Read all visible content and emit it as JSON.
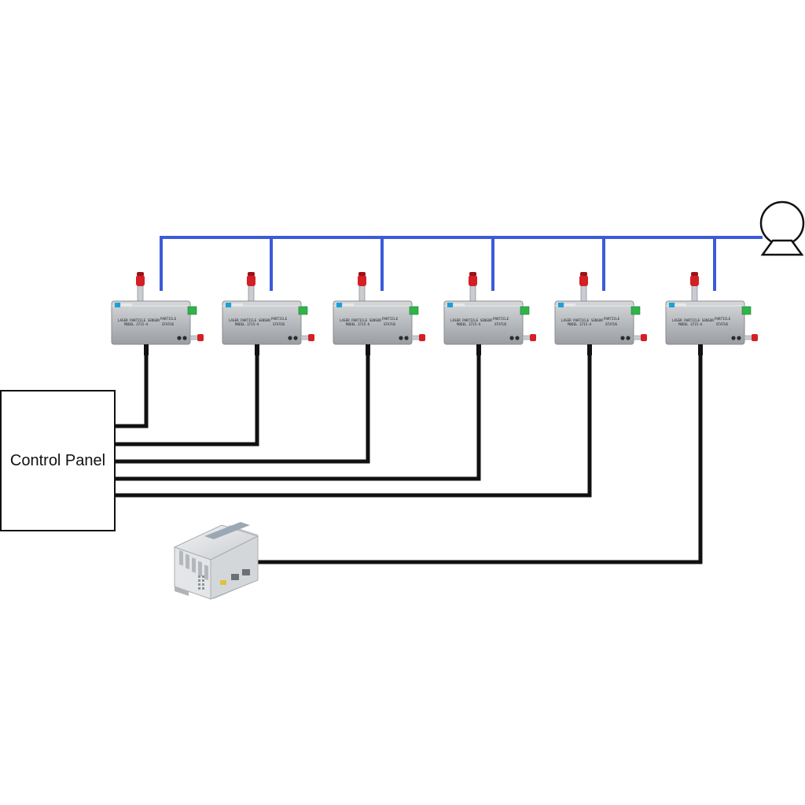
{
  "control_panel": {
    "label": "Control Panel"
  },
  "sensor": {
    "model_line1": "LASER PARTICLE SENSOR",
    "model_line2": "MODEL 3715-A",
    "indicator_line1": "PARTICLE",
    "indicator_line2": "STATUS"
  },
  "sensor_count": 6,
  "colors": {
    "vacuum_line": "#3a5bd9",
    "signal_wire": "#111111",
    "sensor_body": "#b9bcc0",
    "sensor_cap": "#d41f26",
    "sensor_connector": "#2fb44a",
    "logo_badge": "#1aa1d8"
  },
  "icons": [
    "vacuum-pump-icon",
    "particle-sensor-icon",
    "interface-module-icon"
  ]
}
